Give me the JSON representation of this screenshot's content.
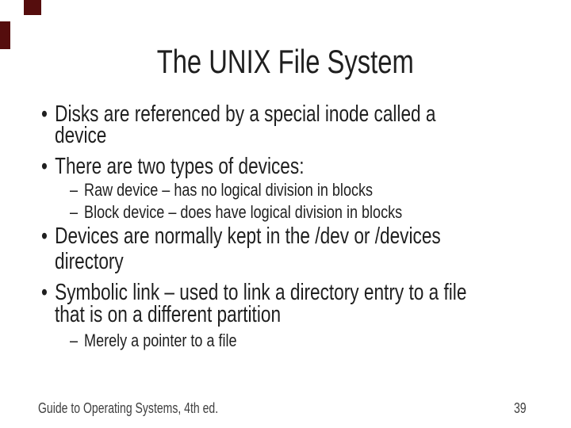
{
  "slide": {
    "title": "The UNIX File System",
    "markers": {
      "level1": "•",
      "level2": "–"
    },
    "bullets": [
      {
        "level": 1,
        "lines": [
          "Disks are referenced by a special inode called a",
          "device"
        ]
      },
      {
        "level": 1,
        "lines": [
          "There are two types of devices:"
        ]
      },
      {
        "level": 2,
        "lines": [
          "Raw device – has no logical division in blocks"
        ]
      },
      {
        "level": 2,
        "lines": [
          "Block device – does have logical division in blocks"
        ]
      },
      {
        "level": 1,
        "lines": [
          "Devices are normally kept in the /dev or /devices",
          "directory"
        ]
      },
      {
        "level": 1,
        "lines": [
          "Symbolic link – used to link a directory entry to a file",
          "that is on a different partition"
        ]
      },
      {
        "level": 2,
        "lines": [
          "Merely a pointer to a file"
        ]
      }
    ],
    "footer": {
      "left": "Guide to Operating Systems, 4th ed.",
      "page_number": "39"
    },
    "colors": {
      "text": "#1f1f1f",
      "footer_text": "#3f3f3f",
      "background": "#ffffff",
      "corner_mark": "#550d0d"
    }
  }
}
